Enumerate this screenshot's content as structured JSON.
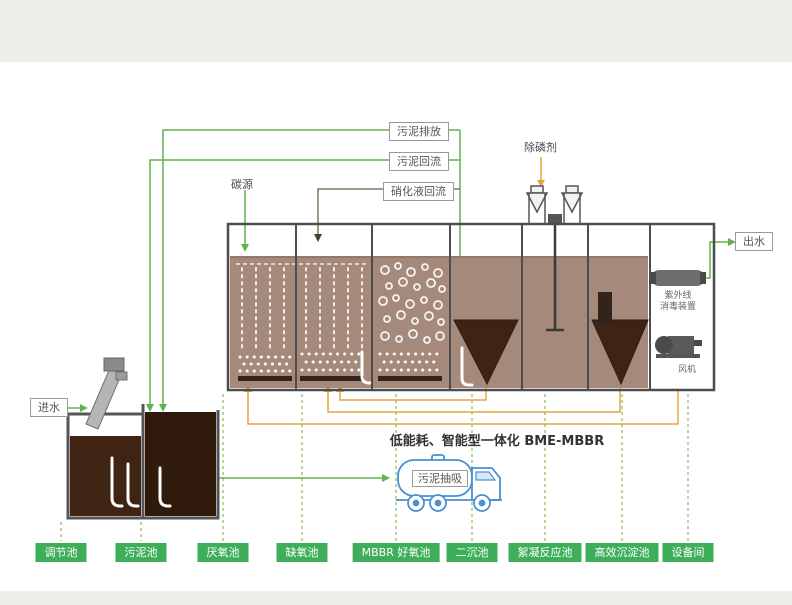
{
  "title": "低能耗、智能型一体化 BME-MBBR",
  "flow_labels": {
    "sludge_discharge": "污泥排放",
    "sludge_return": "污泥回流",
    "nitrified_return": "硝化液回流",
    "carbon_source": "碳源",
    "phosphorus_agent": "除磷剂",
    "effluent": "出水",
    "influent": "进水",
    "sludge_suction": "污泥抽吸"
  },
  "equipment": {
    "uv_line1": "紫外线",
    "uv_line2": "消毒装置",
    "blower": "风机"
  },
  "tanks": [
    {
      "label": "调节池"
    },
    {
      "label": "污泥池"
    },
    {
      "label": "厌氧池"
    },
    {
      "label": "缺氧池"
    },
    {
      "label": "MBBR 好氧池"
    },
    {
      "label": "二沉池"
    },
    {
      "label": "絮凝反应池"
    },
    {
      "label": "高效沉淀池"
    },
    {
      "label": "设备间"
    }
  ],
  "colors": {
    "label_green": "#3fae5a",
    "line_green": "#61b24e",
    "line_orange": "#e8a33d",
    "tank_fill": "#a58a7b",
    "sludge_dark": "#3f2414",
    "truck_blue": "#4a90d2"
  }
}
